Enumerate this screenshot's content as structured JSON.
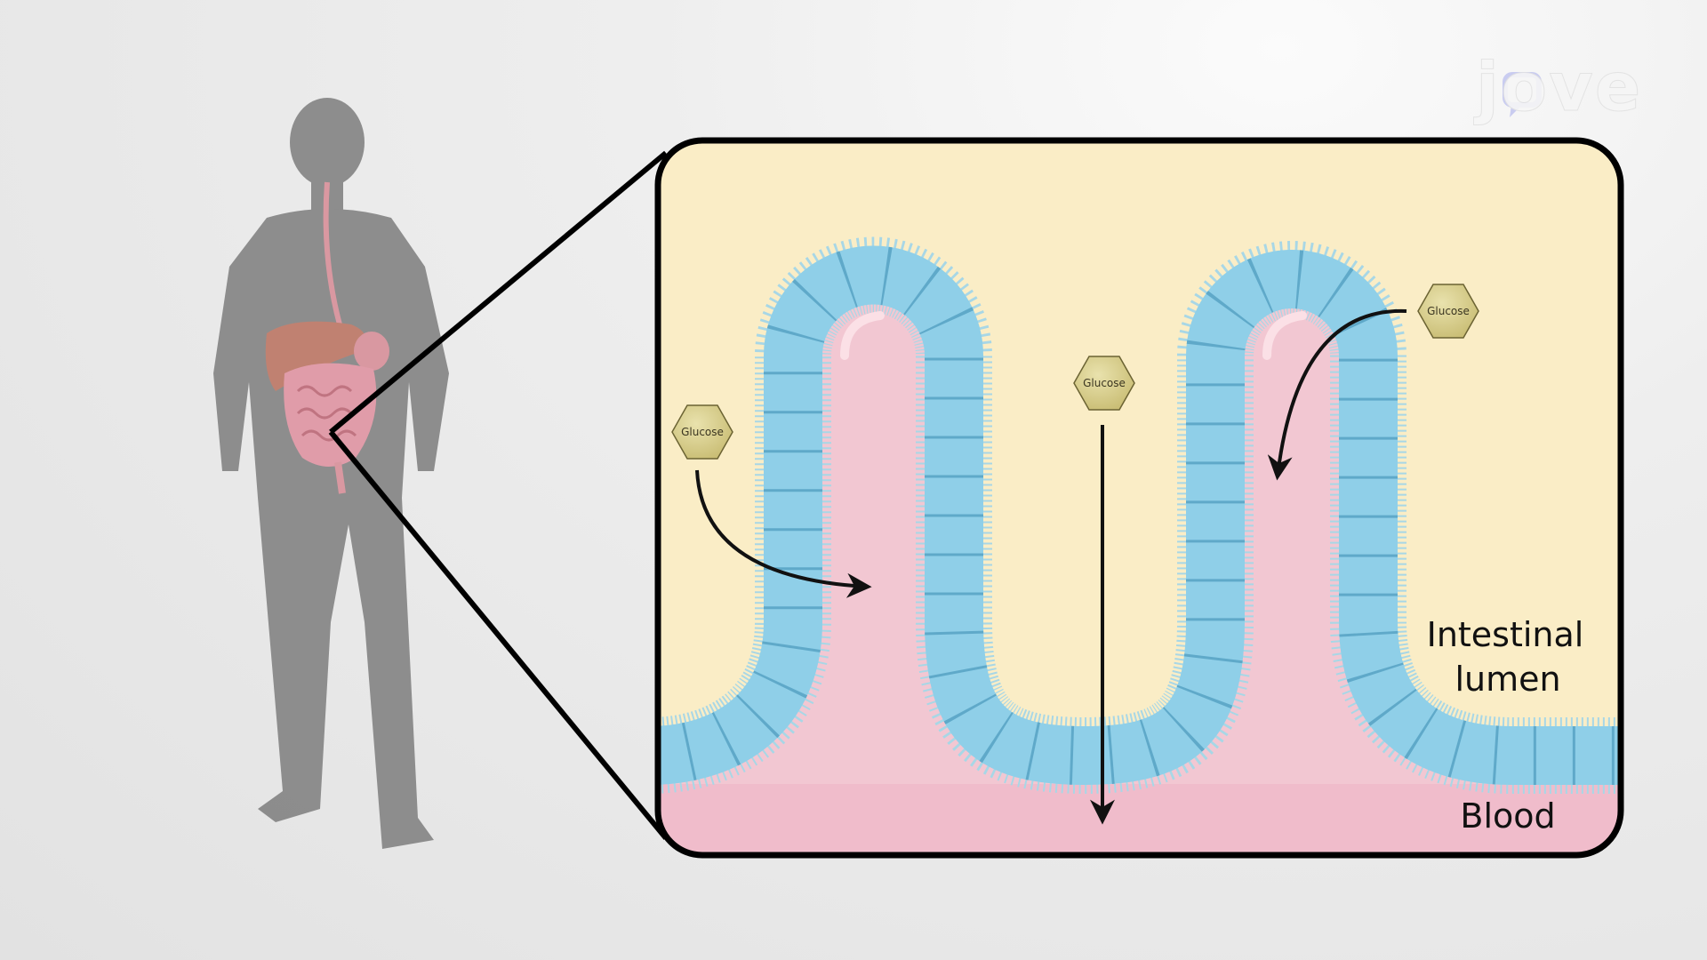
{
  "logo": {
    "text": "jove"
  },
  "diagram": {
    "labels": {
      "lumen_line1": "Intestinal",
      "lumen_line2": "lumen",
      "blood": "Blood"
    },
    "molecules": [
      {
        "label": "Glucose"
      },
      {
        "label": "Glucose"
      },
      {
        "label": "Glucose"
      }
    ]
  },
  "colors": {
    "lumen": "#faedc6",
    "tissue": "#f2c7d2",
    "blood": "#f0bccb",
    "epithelium": "#8fcfe8",
    "glucose": "#d8cf8e",
    "silhouette": "#7d7d7d"
  }
}
